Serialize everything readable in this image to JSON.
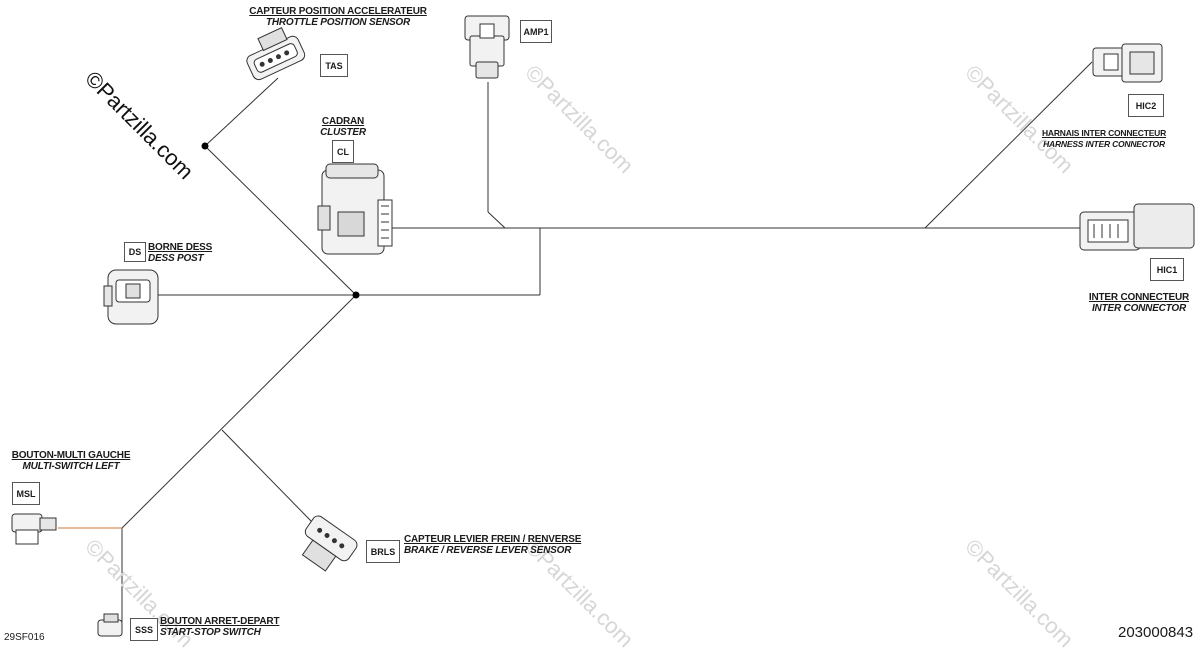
{
  "watermark": {
    "text": "©Partzilla.com"
  },
  "connectors": {
    "tas": {
      "fr": "CAPTEUR POSITION ACCELERATEUR",
      "en": "THROTTLE POSITION SENSOR",
      "tag": "TAS"
    },
    "amp1": {
      "tag": "AMP1"
    },
    "hic2": {
      "fr": "HARNAIS INTER CONNECTEUR",
      "en": "HARNESS INTER CONNECTOR",
      "tag": "HIC2"
    },
    "cl": {
      "fr": "CADRAN",
      "en": "CLUSTER",
      "tag": "CL"
    },
    "ds": {
      "fr": "BORNE DESS",
      "en": "DESS POST",
      "tag": "DS"
    },
    "hic1": {
      "fr": "INTER CONNECTEUR",
      "en": "INTER CONNECTOR",
      "tag": "HIC1"
    },
    "msl": {
      "fr": "BOUTON-MULTI GAUCHE",
      "en": "MULTI-SWITCH LEFT",
      "tag": "MSL"
    },
    "brls": {
      "fr": "CAPTEUR LEVIER FREIN / RENVERSE",
      "en": "BRAKE / REVERSE LEVER SENSOR",
      "tag": "BRLS"
    },
    "sss": {
      "fr": "BOUTON ARRET-DEPART",
      "en": "START-STOP SWITCH",
      "tag": "SSS"
    }
  },
  "codes": {
    "left": "29SF016",
    "right": "203000843"
  },
  "colors": {
    "line": "#333333",
    "orange_wire": "#c8783a",
    "watermark": "#d6d6d6"
  }
}
